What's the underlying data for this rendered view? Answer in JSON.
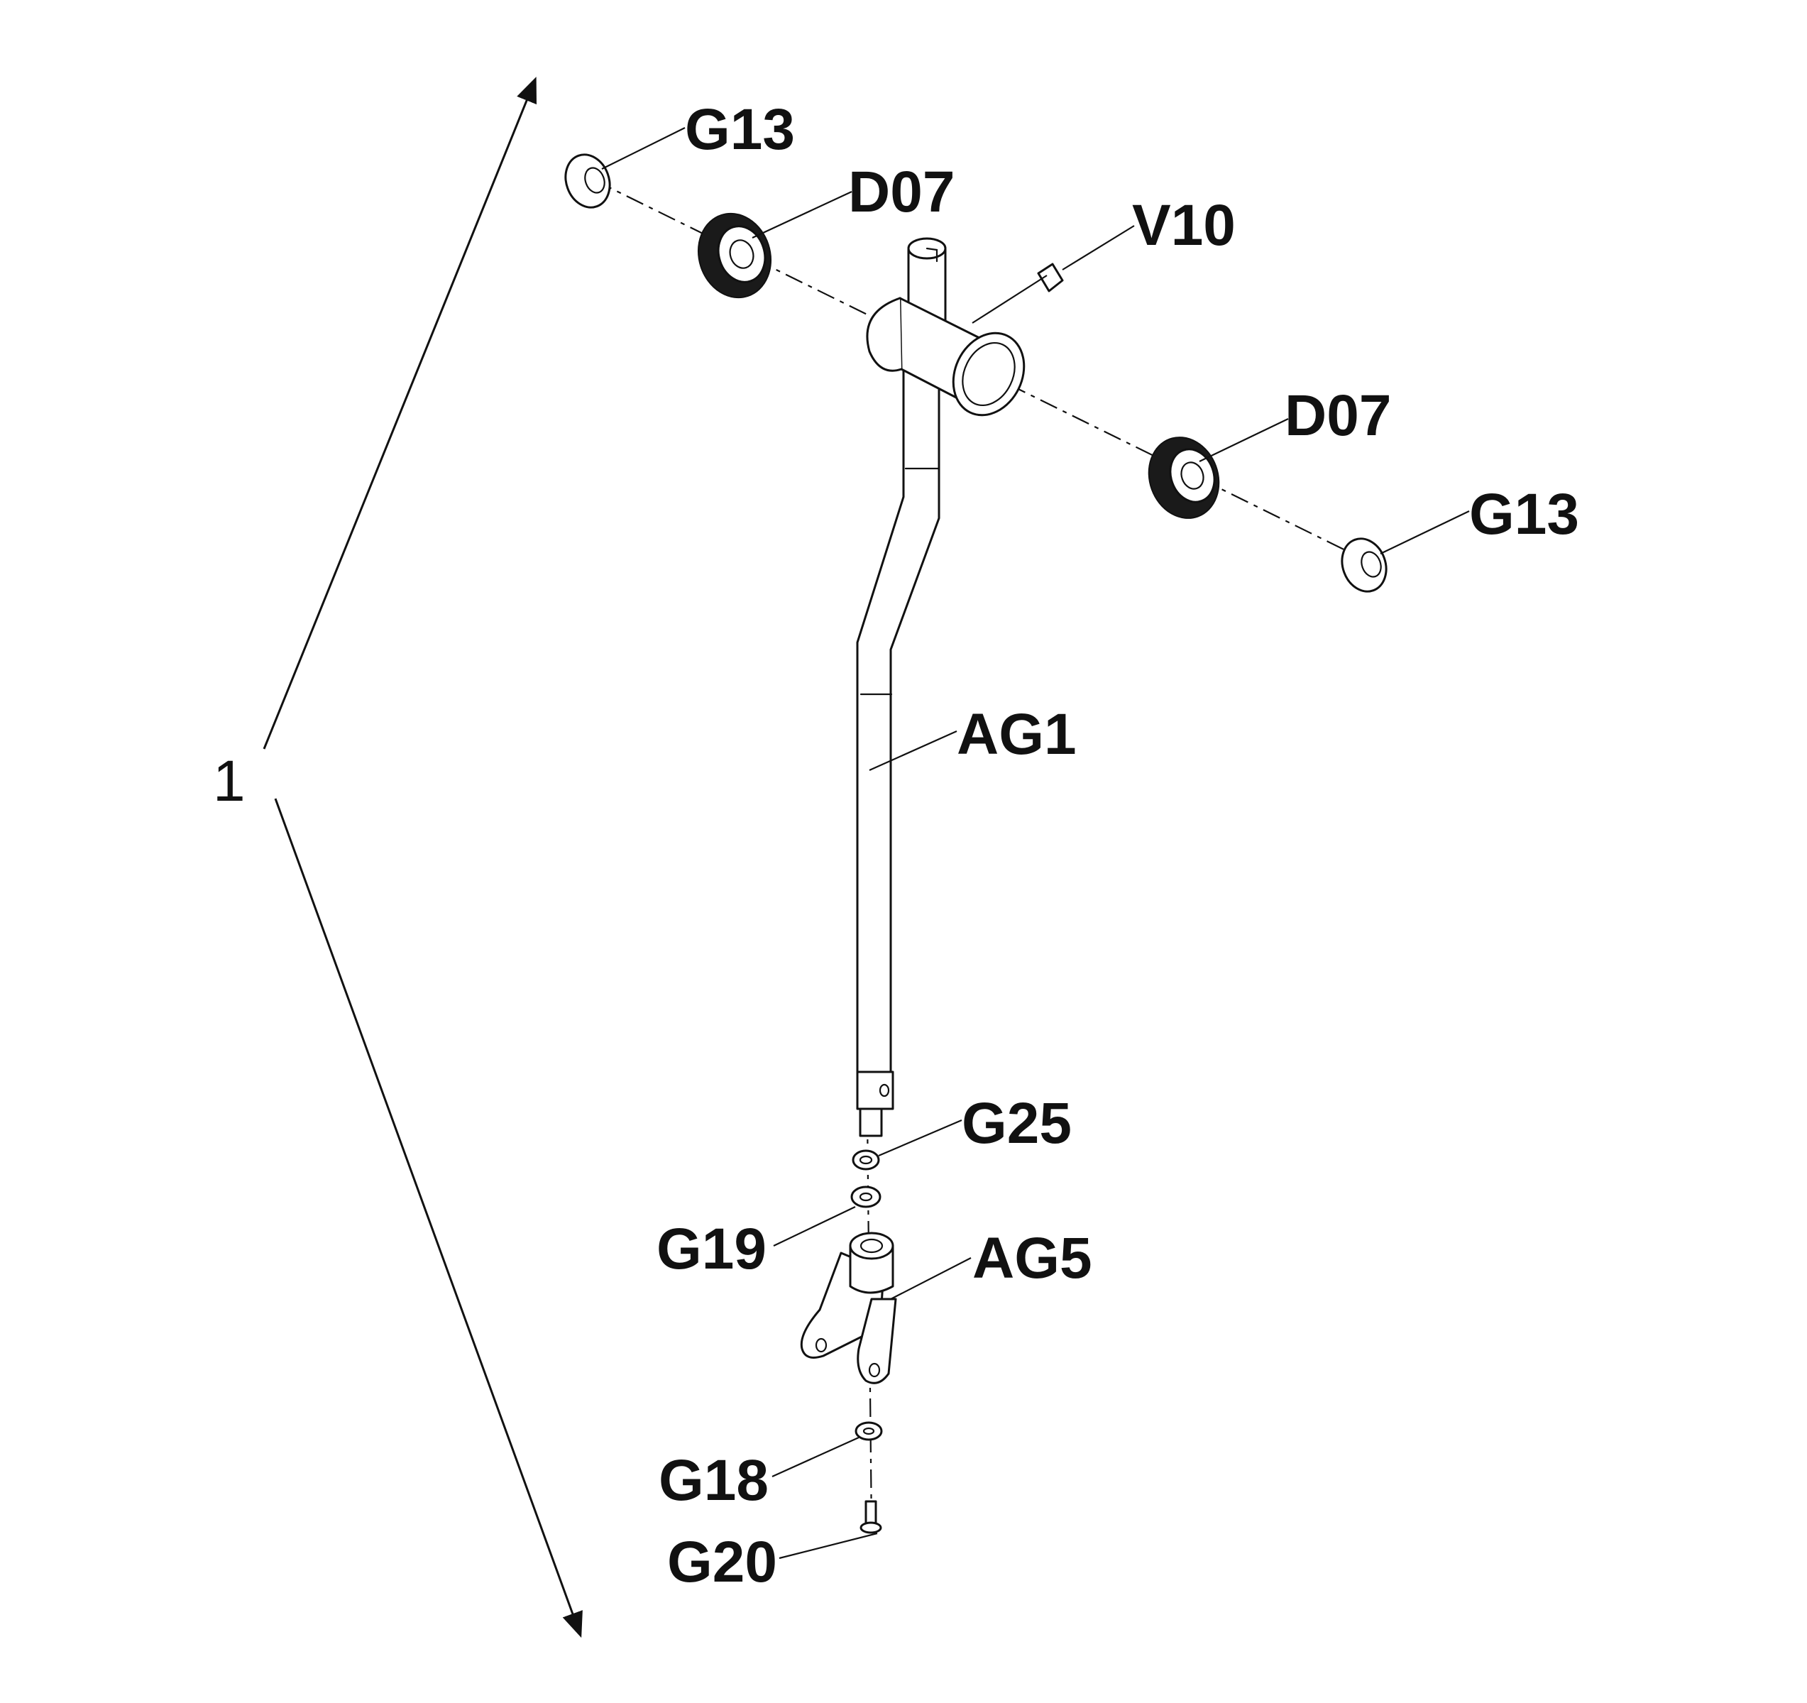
{
  "colors": {
    "line": "#111111",
    "background": "#ffffff"
  },
  "assembly": {
    "number": "1"
  },
  "callouts": {
    "g13_top": "G13",
    "d07_left": "D07",
    "v10": "V10",
    "d07_right": "D07",
    "g13_right": "G13",
    "ag1": "AG1",
    "g25": "G25",
    "g19": "G19",
    "ag5": "AG5",
    "g18": "G18",
    "g20": "G20"
  }
}
